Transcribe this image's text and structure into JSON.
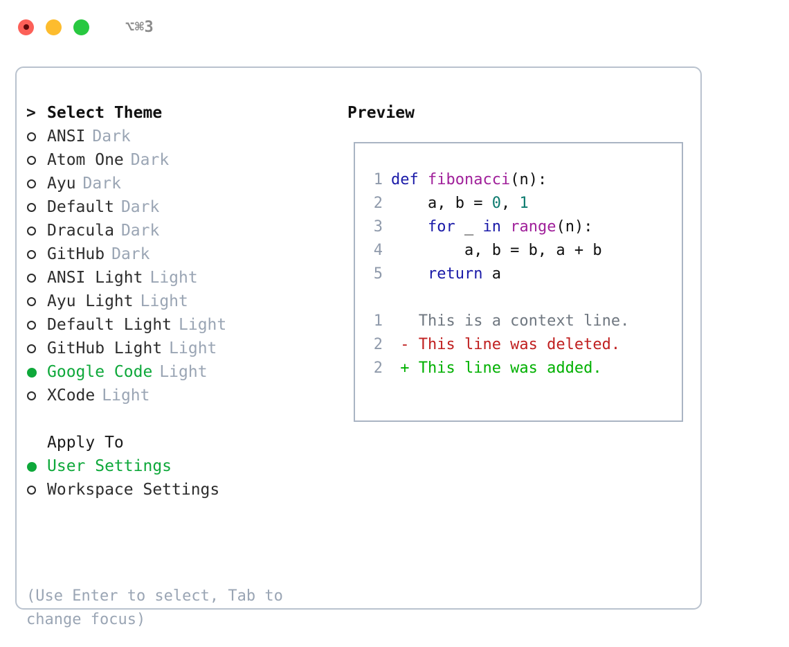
{
  "titlebar": {
    "shortcut": "⌥⌘3",
    "buttons": [
      "close",
      "minimize",
      "maximize"
    ]
  },
  "theme_picker": {
    "header_prefix": ">",
    "header": "Select Theme",
    "items": [
      {
        "marker": "○",
        "label": "ANSI",
        "tag": "Dark",
        "selected": false
      },
      {
        "marker": "○",
        "label": "Atom One",
        "tag": "Dark",
        "selected": false
      },
      {
        "marker": "○",
        "label": "Ayu",
        "tag": "Dark",
        "selected": false
      },
      {
        "marker": "○",
        "label": "Default",
        "tag": "Dark",
        "selected": false
      },
      {
        "marker": "○",
        "label": "Dracula",
        "tag": "Dark",
        "selected": false
      },
      {
        "marker": "○",
        "label": "GitHub",
        "tag": "Dark",
        "selected": false
      },
      {
        "marker": "○",
        "label": "ANSI Light",
        "tag": "Light",
        "selected": false
      },
      {
        "marker": "○",
        "label": "Ayu Light",
        "tag": "Light",
        "selected": false
      },
      {
        "marker": "○",
        "label": "Default Light",
        "tag": "Light",
        "selected": false
      },
      {
        "marker": "○",
        "label": "GitHub Light",
        "tag": "Light",
        "selected": false
      },
      {
        "marker": "●",
        "label": "Google Code",
        "tag": "Light",
        "selected": true
      },
      {
        "marker": "○",
        "label": "XCode",
        "tag": "Light",
        "selected": false
      }
    ]
  },
  "apply_to": {
    "header": "Apply To",
    "items": [
      {
        "marker": "●",
        "label": "User Settings",
        "selected": true
      },
      {
        "marker": "○",
        "label": "Workspace Settings",
        "selected": false
      }
    ]
  },
  "hint": "(Use Enter to select, Tab to change focus)",
  "preview": {
    "title": "Preview",
    "code_lines": [
      {
        "num": "1",
        "tokens": [
          {
            "t": "def ",
            "c": "kw"
          },
          {
            "t": "fibonacci",
            "c": "fn"
          },
          {
            "t": "(n):",
            "c": "plain"
          }
        ]
      },
      {
        "num": "2",
        "tokens": [
          {
            "t": "    a, b = ",
            "c": "plain"
          },
          {
            "t": "0",
            "c": "num"
          },
          {
            "t": ", ",
            "c": "plain"
          },
          {
            "t": "1",
            "c": "num"
          }
        ]
      },
      {
        "num": "3",
        "tokens": [
          {
            "t": "    ",
            "c": "plain"
          },
          {
            "t": "for",
            "c": "kw"
          },
          {
            "t": " _ ",
            "c": "plain"
          },
          {
            "t": "in",
            "c": "kw"
          },
          {
            "t": " ",
            "c": "plain"
          },
          {
            "t": "range",
            "c": "fn"
          },
          {
            "t": "(n):",
            "c": "plain"
          }
        ]
      },
      {
        "num": "4",
        "tokens": [
          {
            "t": "        a, b = b, a + b",
            "c": "plain"
          }
        ]
      },
      {
        "num": "5",
        "tokens": [
          {
            "t": "    ",
            "c": "plain"
          },
          {
            "t": "return",
            "c": "kw"
          },
          {
            "t": " a",
            "c": "plain"
          }
        ]
      }
    ],
    "diff_lines": [
      {
        "num": "1",
        "sign": " ",
        "text": " This is a context line.",
        "kind": "ctx"
      },
      {
        "num": "2",
        "sign": "-",
        "text": " This line was deleted.",
        "kind": "del"
      },
      {
        "num": "2",
        "sign": "+",
        "text": " This line was added.",
        "kind": "add"
      }
    ]
  },
  "colors": {
    "selected_green": "#0ea83a",
    "muted_tag": "#9aa5b4",
    "panel_border": "#b9c2ce",
    "code_border": "#a9b4c3",
    "keyword_blue": "#1a1aa8",
    "function_purple": "#a0209a",
    "number_teal": "#0b7a6e",
    "diff_delete_red": "#c02020",
    "diff_add_green": "#00b000",
    "line_number": "#8f9aab"
  }
}
